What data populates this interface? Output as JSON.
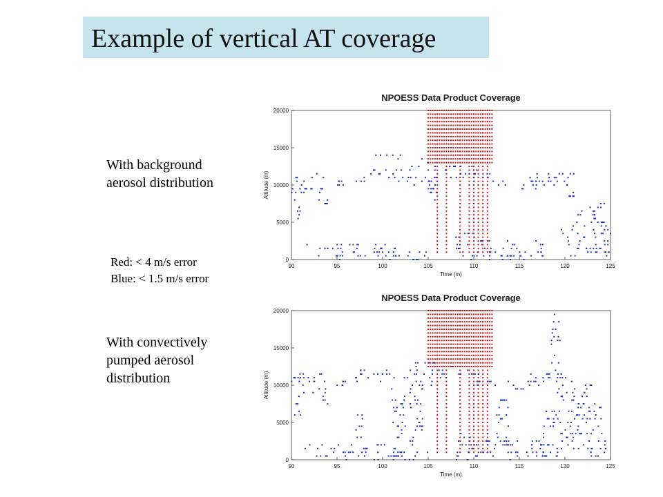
{
  "slide": {
    "title": "Example of vertical AT coverage",
    "caption_top": [
      "With background",
      "aerosol distribution"
    ],
    "caption_bottom": [
      "With convectively",
      "pumped aerosol",
      "distribution"
    ],
    "legend_red": "Red: < 4 m/s error",
    "legend_blue": "Blue: < 1.5 m/s error"
  },
  "colors": {
    "title_bg": "#c6e4ee",
    "red_series": "#cc1111",
    "blue_series": "#1f2fb8",
    "axes": "#333333"
  },
  "chart_data": [
    {
      "type": "scatter",
      "title": "NPOESS Data Product Coverage",
      "xlabel": "Time (m)",
      "ylabel": "Altitude (m)",
      "xlim": [
        90,
        125
      ],
      "ylim": [
        0,
        20000
      ],
      "xticks": [
        "90",
        "95",
        "100",
        "105",
        "110",
        "115",
        "120",
        "125"
      ],
      "yticks": [
        "0",
        "5000",
        "10000",
        "15000",
        "20000"
      ],
      "legend": "none",
      "series": [
        {
          "name": "Red: < 4 m/s error",
          "color": "#cc1111",
          "columns": [
            {
              "x": 106.0,
              "y_min": 1000,
              "y_max": 20000
            },
            {
              "x": 107.0,
              "y_min": 1000,
              "y_max": 20000
            },
            {
              "x": 108.5,
              "y_min": 1000,
              "y_max": 20000
            },
            {
              "x": 109.5,
              "y_min": 1000,
              "y_max": 20000
            },
            {
              "x": 110.0,
              "y_min": 1000,
              "y_max": 20000
            },
            {
              "x": 110.5,
              "y_min": 1000,
              "y_max": 20000
            },
            {
              "x": 111.0,
              "y_min": 1000,
              "y_max": 20000
            },
            {
              "x": 111.5,
              "y_min": 1000,
              "y_max": 20000
            }
          ],
          "rows": [
            {
              "x_min": 105.0,
              "x_max": 112.0,
              "y_min": 13000,
              "y_max": 20000
            }
          ]
        },
        {
          "name": "Blue: < 1.5 m/s error",
          "color": "#1f2fb8",
          "clusters": [
            {
              "x_min": 90.0,
              "x_max": 94.0,
              "y_min": 9000,
              "y_max": 11500
            },
            {
              "x_min": 90.2,
              "x_max": 91.0,
              "y_min": 5000,
              "y_max": 8500
            },
            {
              "x_min": 93.0,
              "x_max": 94.0,
              "y_min": 7500,
              "y_max": 10000
            },
            {
              "x_min": 95.0,
              "x_max": 96.0,
              "y_min": 10000,
              "y_max": 10500
            },
            {
              "x_min": 97.0,
              "x_max": 103.0,
              "y_min": 10500,
              "y_max": 12000
            },
            {
              "x_min": 99.0,
              "x_max": 102.0,
              "y_min": 13500,
              "y_max": 14000
            },
            {
              "x_min": 103.0,
              "x_max": 106.0,
              "y_min": 9500,
              "y_max": 13500
            },
            {
              "x_min": 105.0,
              "x_max": 106.0,
              "y_min": 8000,
              "y_max": 9500
            },
            {
              "x_min": 106.0,
              "x_max": 110.0,
              "y_min": 11000,
              "y_max": 12500
            },
            {
              "x_min": 110.0,
              "x_max": 112.0,
              "y_min": 10000,
              "y_max": 12000
            },
            {
              "x_min": 112.0,
              "x_max": 117.0,
              "y_min": 9500,
              "y_max": 10500
            },
            {
              "x_min": 115.5,
              "x_max": 119.0,
              "y_min": 10000,
              "y_max": 12000
            },
            {
              "x_min": 119.0,
              "x_max": 121.0,
              "y_min": 9500,
              "y_max": 11500
            },
            {
              "x_min": 120.0,
              "x_max": 121.0,
              "y_min": 8500,
              "y_max": 9000
            },
            {
              "x_min": 121.0,
              "x_max": 124.5,
              "y_min": 4500,
              "y_max": 7500
            },
            {
              "x_min": 119.5,
              "x_max": 125.0,
              "y_min": 500,
              "y_max": 4500
            },
            {
              "x_min": 91.0,
              "x_max": 101.0,
              "y_min": 1500,
              "y_max": 2200
            },
            {
              "x_min": 92.5,
              "x_max": 103.0,
              "y_min": 200,
              "y_max": 1500
            },
            {
              "x_min": 101.0,
              "x_max": 105.0,
              "y_min": 0,
              "y_max": 1500
            },
            {
              "x_min": 108.0,
              "x_max": 112.0,
              "y_min": 0,
              "y_max": 3500
            },
            {
              "x_min": 112.0,
              "x_max": 118.0,
              "y_min": 0,
              "y_max": 2500
            }
          ]
        }
      ]
    },
    {
      "type": "scatter",
      "title": "NPOESS Data Product Coverage",
      "xlabel": "Time (m)",
      "ylabel": "Altitude (m)",
      "xlim": [
        90,
        125
      ],
      "ylim": [
        0,
        20000
      ],
      "xticks": [
        "90",
        "95",
        "100",
        "105",
        "110",
        "115",
        "120",
        "125"
      ],
      "yticks": [
        "0",
        "5000",
        "10000",
        "15000",
        "20000"
      ],
      "legend": "none",
      "series": [
        {
          "name": "Red: < 4 m/s error",
          "color": "#cc1111",
          "columns": [
            {
              "x": 106.0,
              "y_min": 1000,
              "y_max": 20000
            },
            {
              "x": 107.0,
              "y_min": 1000,
              "y_max": 20000
            },
            {
              "x": 108.5,
              "y_min": 1000,
              "y_max": 20000
            },
            {
              "x": 109.5,
              "y_min": 1000,
              "y_max": 20000
            },
            {
              "x": 110.0,
              "y_min": 1000,
              "y_max": 20000
            },
            {
              "x": 110.5,
              "y_min": 1000,
              "y_max": 20000
            },
            {
              "x": 111.0,
              "y_min": 1000,
              "y_max": 20000
            },
            {
              "x": 111.5,
              "y_min": 1000,
              "y_max": 20000
            }
          ],
          "rows": [
            {
              "x_min": 105.0,
              "x_max": 112.0,
              "y_min": 12500,
              "y_max": 20000
            }
          ]
        },
        {
          "name": "Blue: < 1.5 m/s error",
          "color": "#1f2fb8",
          "clusters": [
            {
              "x_min": 90.0,
              "x_max": 94.0,
              "y_min": 9000,
              "y_max": 11500
            },
            {
              "x_min": 90.2,
              "x_max": 91.0,
              "y_min": 5500,
              "y_max": 8500
            },
            {
              "x_min": 93.0,
              "x_max": 94.0,
              "y_min": 7500,
              "y_max": 10000
            },
            {
              "x_min": 95.0,
              "x_max": 96.0,
              "y_min": 10000,
              "y_max": 10500
            },
            {
              "x_min": 97.0,
              "x_max": 103.0,
              "y_min": 10500,
              "y_max": 12000
            },
            {
              "x_min": 103.0,
              "x_max": 106.0,
              "y_min": 9500,
              "y_max": 13500
            },
            {
              "x_min": 106.0,
              "x_max": 110.0,
              "y_min": 11000,
              "y_max": 12500
            },
            {
              "x_min": 110.0,
              "x_max": 112.0,
              "y_min": 10000,
              "y_max": 12000
            },
            {
              "x_min": 112.0,
              "x_max": 117.0,
              "y_min": 9500,
              "y_max": 10500
            },
            {
              "x_min": 118.5,
              "x_max": 119.5,
              "y_min": 13000,
              "y_max": 20000
            },
            {
              "x_min": 116.0,
              "x_max": 121.0,
              "y_min": 10000,
              "y_max": 12000
            },
            {
              "x_min": 119.0,
              "x_max": 123.0,
              "y_min": 7000,
              "y_max": 10000
            },
            {
              "x_min": 120.0,
              "x_max": 124.0,
              "y_min": 4500,
              "y_max": 7500
            },
            {
              "x_min": 97.0,
              "x_max": 98.0,
              "y_min": 3000,
              "y_max": 6500
            },
            {
              "x_min": 101.0,
              "x_max": 102.5,
              "y_min": 2500,
              "y_max": 9500
            },
            {
              "x_min": 103.0,
              "x_max": 104.5,
              "y_min": 2000,
              "y_max": 9000
            },
            {
              "x_min": 112.5,
              "x_max": 114.0,
              "y_min": 1500,
              "y_max": 8500
            },
            {
              "x_min": 117.5,
              "x_max": 120.0,
              "y_min": 500,
              "y_max": 7000
            },
            {
              "x_min": 120.0,
              "x_max": 124.5,
              "y_min": 500,
              "y_max": 4500
            },
            {
              "x_min": 91.0,
              "x_max": 101.0,
              "y_min": 1500,
              "y_max": 2200
            },
            {
              "x_min": 92.5,
              "x_max": 103.0,
              "y_min": 200,
              "y_max": 1500
            },
            {
              "x_min": 101.0,
              "x_max": 105.0,
              "y_min": 0,
              "y_max": 1500
            },
            {
              "x_min": 108.0,
              "x_max": 112.0,
              "y_min": 0,
              "y_max": 3500
            },
            {
              "x_min": 112.0,
              "x_max": 118.0,
              "y_min": 0,
              "y_max": 2500
            }
          ]
        }
      ]
    }
  ]
}
